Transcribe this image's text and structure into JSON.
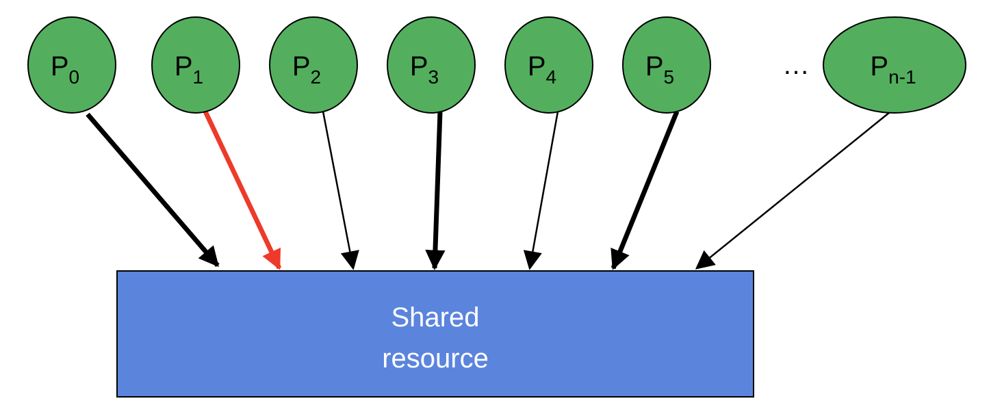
{
  "colors": {
    "process_fill": "#53AF5E",
    "process_stroke": "#000000",
    "resource_fill": "#5B84DD",
    "resource_stroke": "#000000",
    "arrow_default": "#000000",
    "arrow_highlight": "#EE3A2A"
  },
  "processes": [
    {
      "name": "P",
      "sub": "0",
      "arrow": "thick",
      "highlight": false
    },
    {
      "name": "P",
      "sub": "1",
      "arrow": "thick",
      "highlight": true
    },
    {
      "name": "P",
      "sub": "2",
      "arrow": "thin",
      "highlight": false
    },
    {
      "name": "P",
      "sub": "3",
      "arrow": "thick",
      "highlight": false
    },
    {
      "name": "P",
      "sub": "4",
      "arrow": "thin",
      "highlight": false
    },
    {
      "name": "P",
      "sub": "5",
      "arrow": "thick",
      "highlight": false
    },
    {
      "name": "P",
      "sub": "n-1",
      "arrow": "thin",
      "highlight": false
    }
  ],
  "ellipsis": "…",
  "resource": {
    "line1": "Shared",
    "line2": "resource"
  }
}
